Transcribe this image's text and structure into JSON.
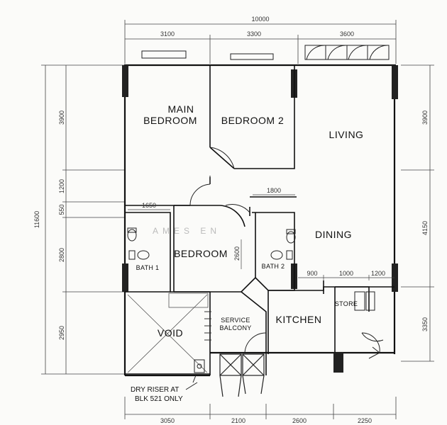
{
  "dimensions": {
    "overall_width": "10000",
    "top": [
      "3100",
      "3300",
      "3600"
    ],
    "bottom": [
      "3050",
      "2100",
      "2600",
      "2250"
    ],
    "overall_height": "11600",
    "left": [
      "3900",
      "1200",
      "550",
      "2800",
      "2950"
    ],
    "right": [
      "3900",
      "4150",
      "3350"
    ],
    "inner": {
      "bath1_width": "1650",
      "dining_width": "1800",
      "bedroom_depth": "2600",
      "kitchen_run": [
        "900",
        "1000",
        "1200"
      ]
    }
  },
  "rooms": {
    "main_bedroom": [
      "MAIN",
      "BEDROOM"
    ],
    "bedroom2": "BEDROOM 2",
    "living": "LIVING",
    "dining": "DINING",
    "bedroom": "BEDROOM",
    "bath1": "BATH 1",
    "bath2": "BATH 2",
    "void": "VOID",
    "service_balcony": [
      "SERVICE",
      "BALCONY"
    ],
    "kitchen": "KITCHEN",
    "store": "STORE"
  },
  "notes": {
    "dry_riser": [
      "DRY RISER AT",
      "BLK 521 ONLY"
    ]
  },
  "watermark": "AMES EN"
}
